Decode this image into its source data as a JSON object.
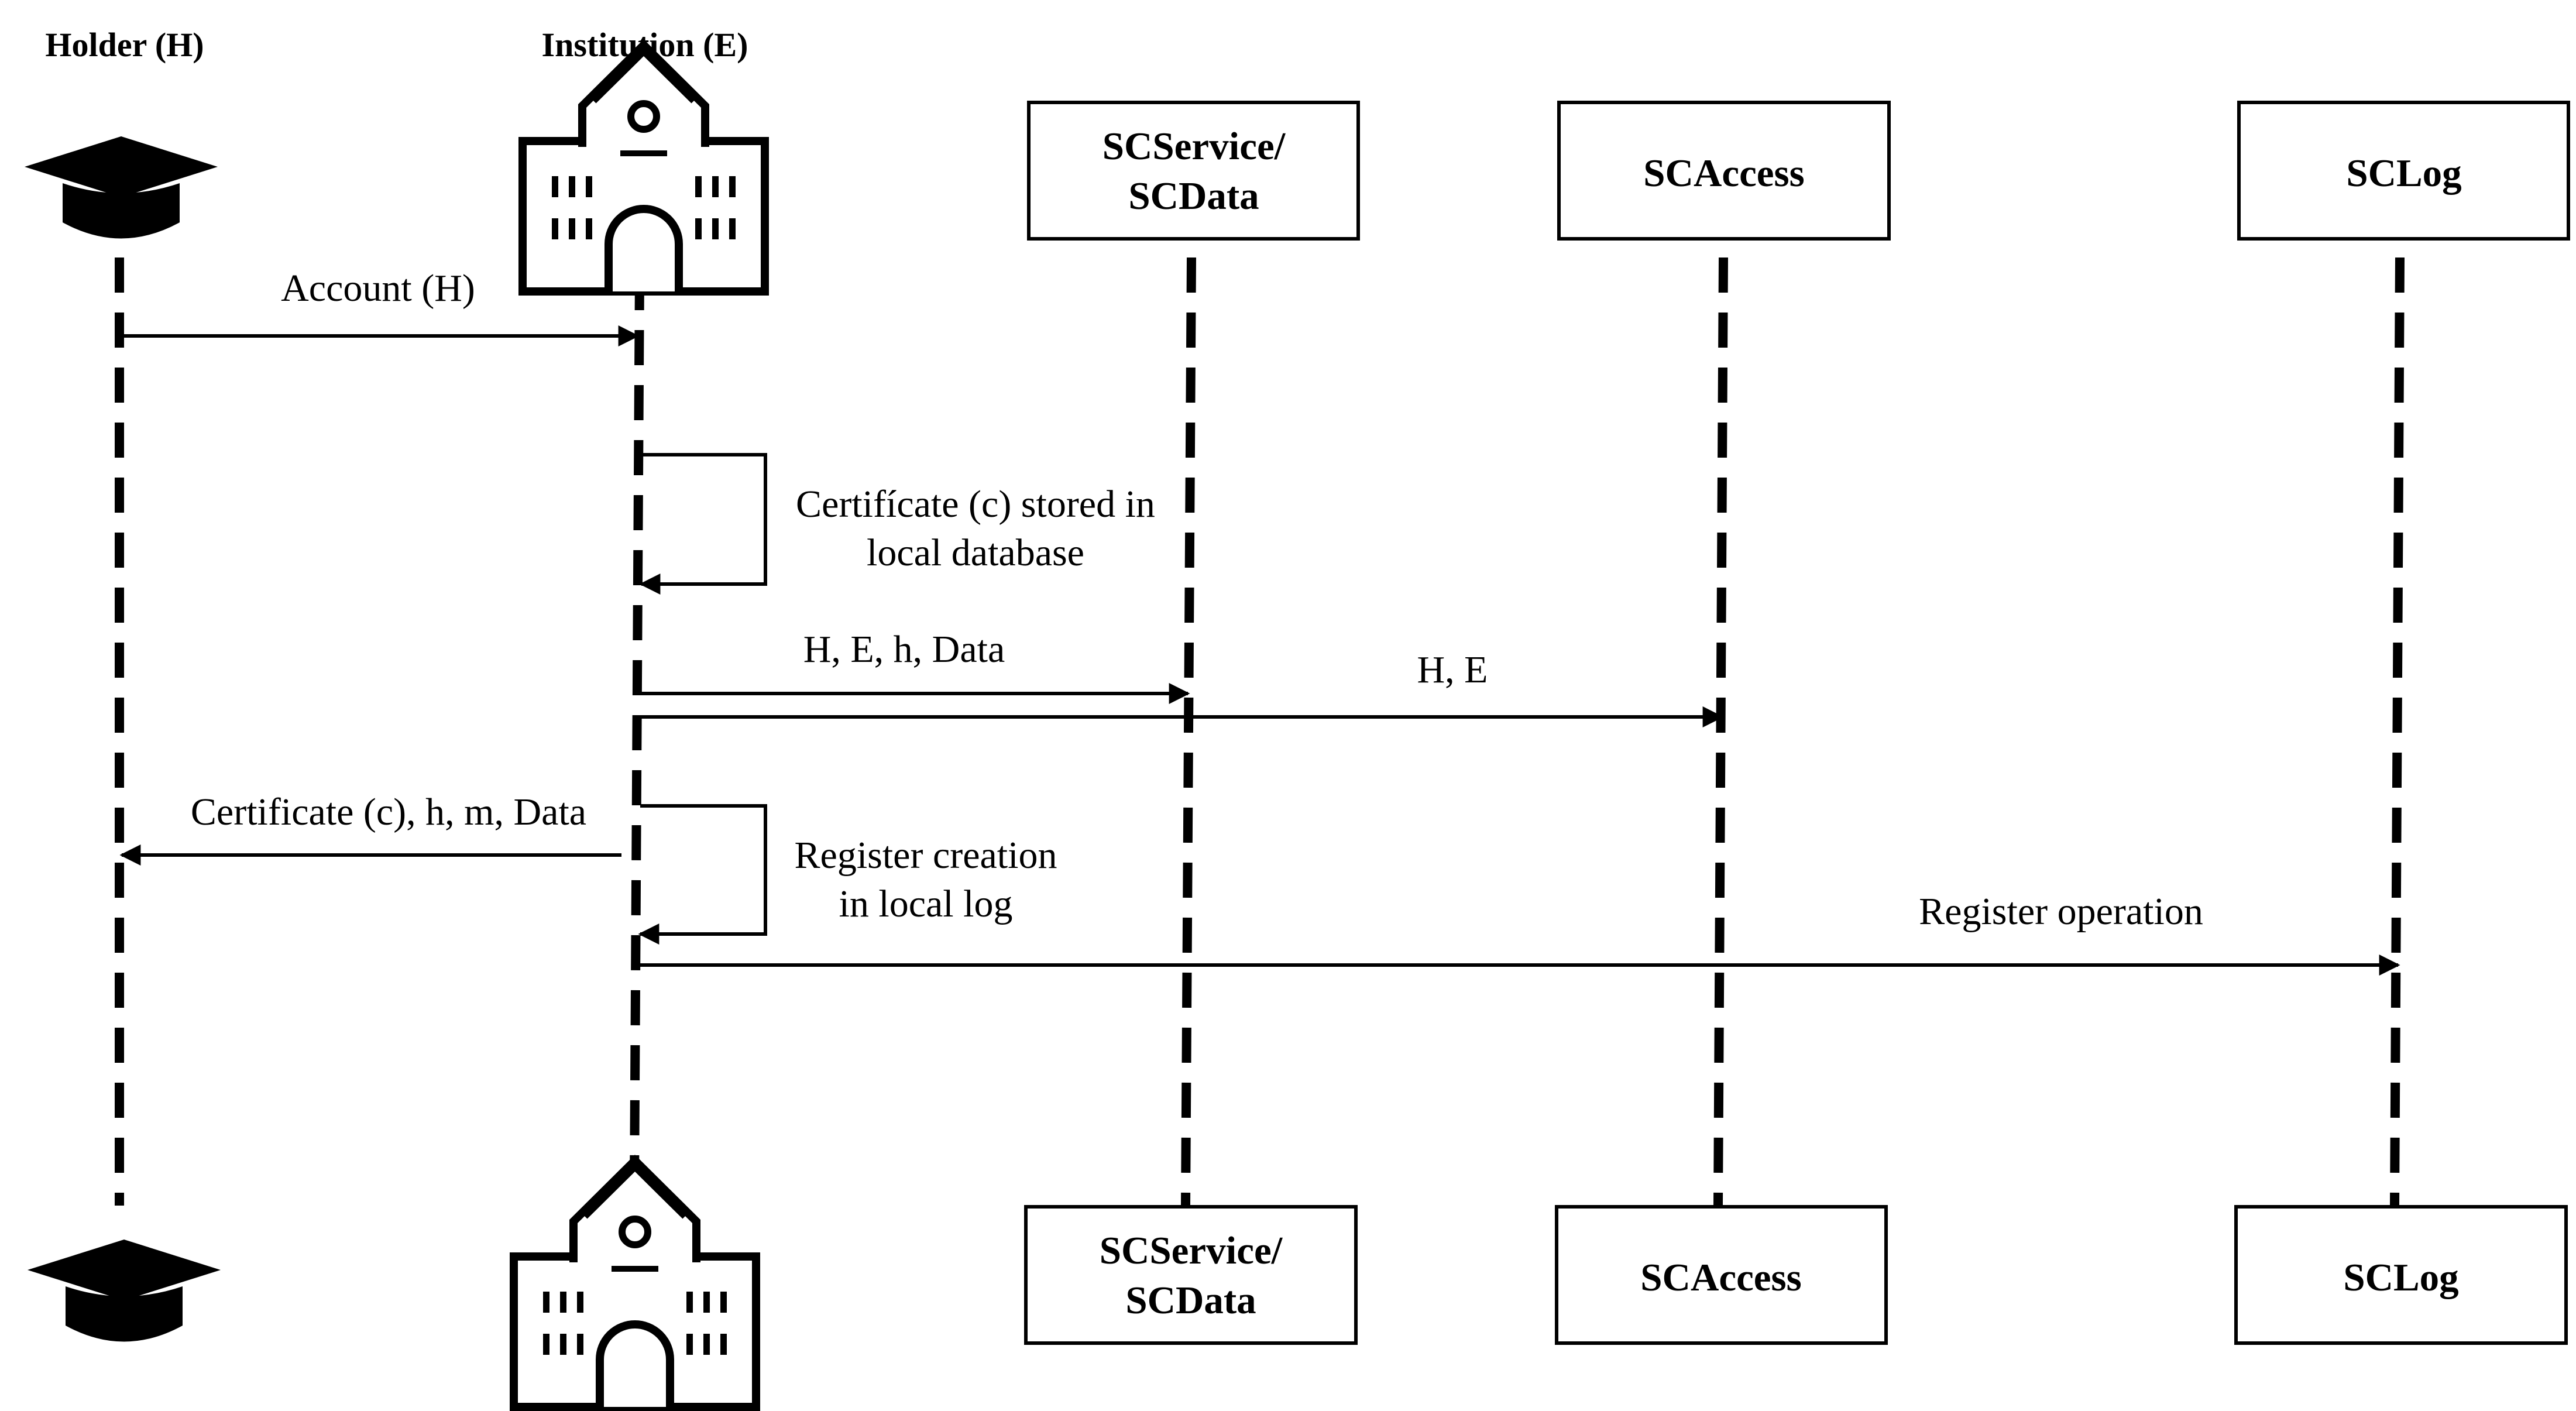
{
  "participants": {
    "holder": {
      "label": "Holder (H)",
      "icon": "graduation-cap-icon"
    },
    "institution": {
      "label": "Institution (E)",
      "icon": "institution-building-icon"
    },
    "scservice": {
      "line1": "SCService/",
      "line2": "SCData"
    },
    "scaccess": {
      "label": "SCAccess"
    },
    "sclog": {
      "label": "SCLog"
    }
  },
  "messages": {
    "account": "Account (H)",
    "cert_stored_1": "Certifícate (c) stored in",
    "cert_stored_2": "local database",
    "heh_data": "H, E, h, Data",
    "he": "H, E",
    "cert_return": "Certificate (c), h, m, Data",
    "register_creation_1": "Register creation",
    "register_creation_2": "in local log",
    "register_operation": "Register operation"
  }
}
